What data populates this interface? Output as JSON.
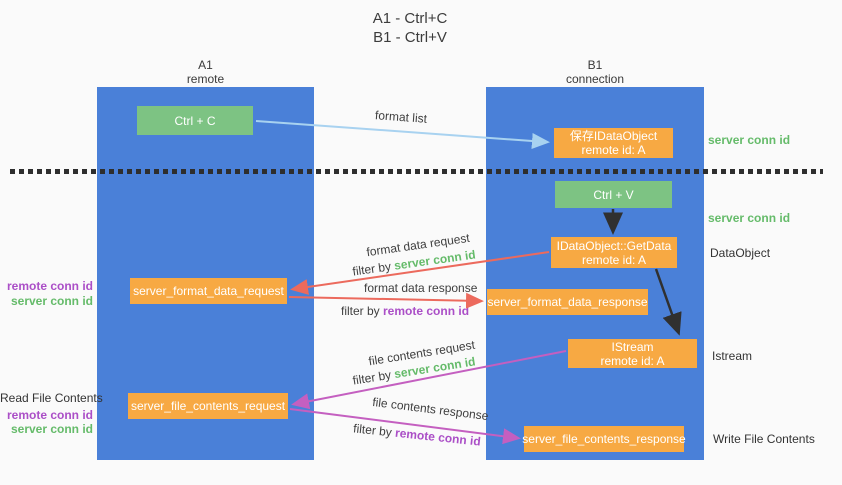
{
  "title": {
    "line1": "A1 - Ctrl+C",
    "line2": "B1 - Ctrl+V"
  },
  "lanes": {
    "left": {
      "title": "A1",
      "subtitle": "remote"
    },
    "right": {
      "title": "B1",
      "subtitle": "connection"
    }
  },
  "boxes": {
    "ctrl_c": {
      "label": "Ctrl + C"
    },
    "ctrl_v": {
      "label": "Ctrl + V"
    },
    "save_dataobject": {
      "line1": "保存IDataObject",
      "line2": "remote id: A"
    },
    "getdata": {
      "line1": "IDataObject::GetData",
      "line2": "remote id: A"
    },
    "istream": {
      "line1": "IStream",
      "line2": "remote id: A"
    },
    "server_format_data_request": {
      "label": "server_format_data_request"
    },
    "server_format_data_response": {
      "label": "server_format_data_response"
    },
    "server_file_contents_request": {
      "label": "server_file_contents_request"
    },
    "server_file_contents_response": {
      "label": "server_file_contents_response"
    }
  },
  "arrow_labels": {
    "format_list": "format list",
    "format_data_request": "format data request",
    "format_data_response": "format data response",
    "file_contents_request": "file contents request",
    "file_contents_response": "file contents response",
    "filter_by": "filter by ",
    "server_conn_id": "server conn id",
    "remote_conn_id": "remote conn id"
  },
  "side_labels": {
    "server_conn_id_top": "server conn id",
    "server_conn_id_mid": "server conn id",
    "dataobject": "DataObject",
    "istream": "Istream",
    "write_file_contents": "Write File Contents",
    "read_file_contents": "Read File Contents",
    "remote_conn_id_format": "remote conn id",
    "server_conn_id_format": "server conn id",
    "remote_conn_id_file": "remote conn id",
    "server_conn_id_file": "server conn id"
  },
  "colors": {
    "lane_blue": "#4a80d8",
    "box_green": "#7dc383",
    "box_orange": "#f7a943",
    "arrow_red": "#ec6a5d",
    "arrow_magenta": "#c45fc0",
    "arrow_blue": "#a8d2f0",
    "arrow_black": "#303030",
    "text_green": "#65bb6a",
    "text_purple": "#ab4fc7",
    "background": "#fafafa"
  }
}
